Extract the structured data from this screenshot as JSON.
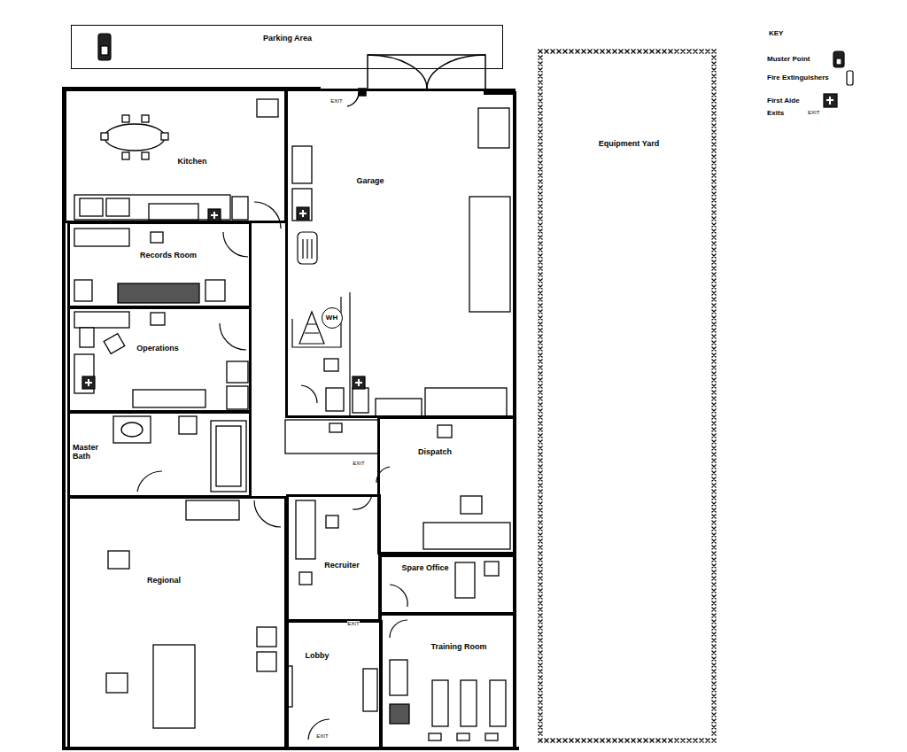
{
  "diagram": {
    "nodes": [
      {
        "text": [
          "Parking Area"
        ]
      },
      {
        "text": [
          "Kitchen"
        ]
      },
      {
        "text": [
          "Garage"
        ]
      },
      {
        "text": [
          "Records Room"
        ]
      },
      {
        "text": [
          "Operations"
        ]
      },
      {
        "text": [
          "Master Bath"
        ]
      },
      {
        "text": [
          "Regional"
        ]
      },
      {
        "text": [
          "Dispatch"
        ]
      },
      {
        "text": [
          "Recruiter"
        ]
      },
      {
        "text": [
          "Spare Office"
        ]
      },
      {
        "text": [
          "Lobby"
        ]
      },
      {
        "text": [
          "Training Room"
        ]
      },
      {
        "text": [
          "Equipment Yard"
        ]
      },
      {
        "text": [
          "WH"
        ]
      }
    ],
    "labels": [
      "KEY",
      "EXIT",
      "EXIT",
      "EXIT",
      "EXIT",
      "EXIT"
    ],
    "legend": [
      {
        "text": "Muster Point"
      },
      {
        "text": "Fire Extinguishers"
      },
      {
        "text": "First Aide"
      },
      {
        "text": "Exits"
      }
    ]
  }
}
